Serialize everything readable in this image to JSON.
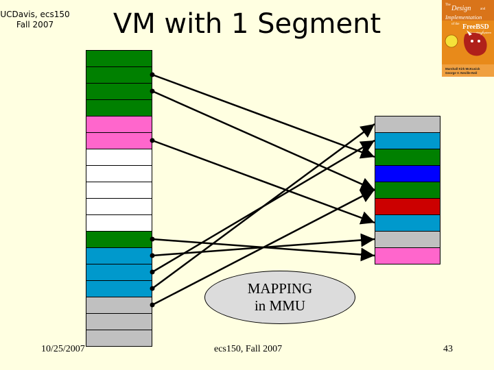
{
  "header": {
    "course_line1": "UCDavis, ecs150",
    "course_line2": "Fall 2007",
    "title": "VM with 1 Segment"
  },
  "book_cover": {
    "small_text": "The",
    "title_line1": "Design",
    "title_line2": "and",
    "title_line3": "Implementation",
    "title_line4": "of the",
    "title_line5": "FreeBSD",
    "subtitle": "Operating System",
    "authors_line1": "Marshall Kirk McKusick",
    "authors_line2": "George V. Neville-Neil"
  },
  "virtual_memory": {
    "slots": [
      "#008000",
      "#008000",
      "#008000",
      "#008000",
      "#ff66cc",
      "#ff66cc",
      "#ffffff",
      "#ffffff",
      "#ffffff",
      "#ffffff",
      "#ffffff",
      "#008000",
      "#0099cc",
      "#0099cc",
      "#0099cc",
      "#c0c0c0",
      "#c0c0c0",
      "#c0c0c0"
    ]
  },
  "physical_memory": {
    "slots": [
      "#c0c0c0",
      "#0099cc",
      "#008000",
      "#0000ff",
      "#008000",
      "#cc0000",
      "#0099cc",
      "#c0c0c0",
      "#ff66cc"
    ]
  },
  "mappings": [
    {
      "from": 1,
      "to": 2
    },
    {
      "from": 2,
      "to": 4
    },
    {
      "from": 5,
      "to": 6
    },
    {
      "from": 11,
      "to": 8
    },
    {
      "from": 12,
      "to": 7
    },
    {
      "from": 13,
      "to": 1
    },
    {
      "from": 14,
      "to": 0
    },
    {
      "from": 15,
      "to": 4
    }
  ],
  "mmu": {
    "line1": "MAPPING",
    "line2": "in MMU"
  },
  "footer": {
    "date": "10/25/2007",
    "course": "ecs150, Fall 2007",
    "page": "43"
  }
}
